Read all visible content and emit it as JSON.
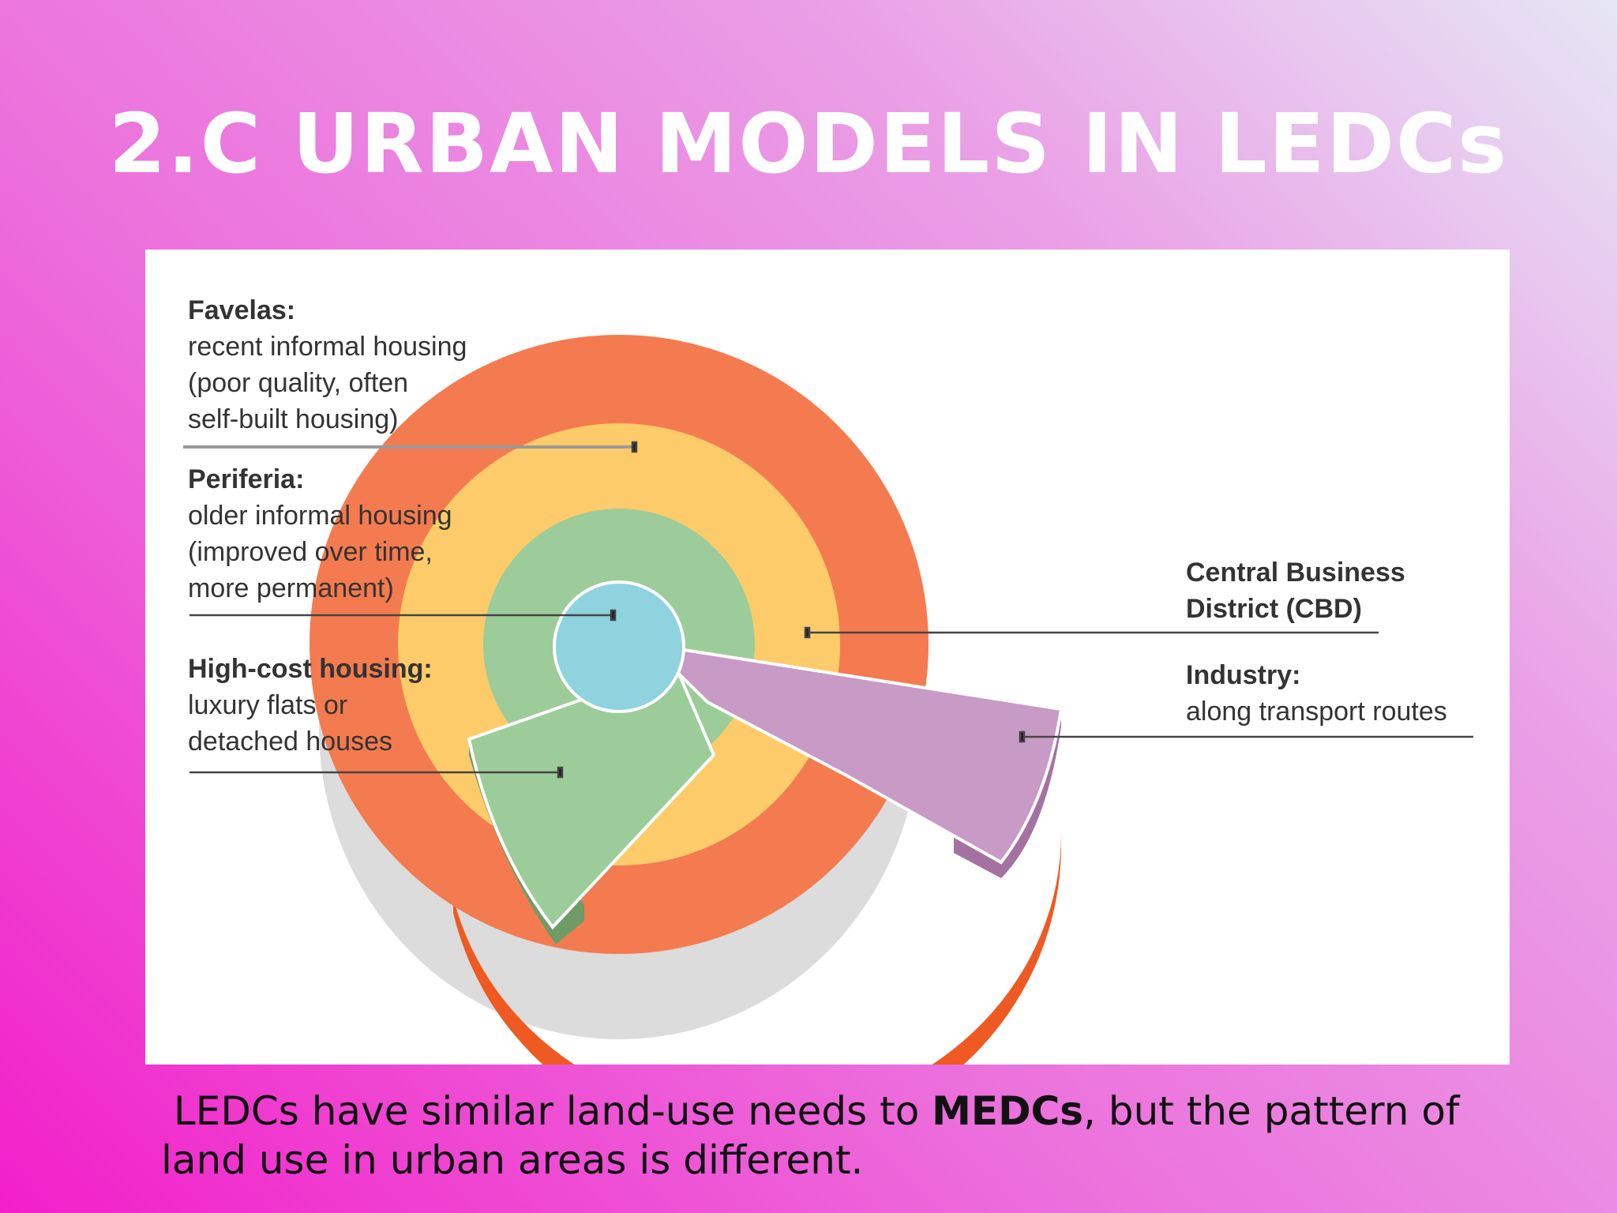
{
  "slide": {
    "title": "2.C URBAN MODELS IN LEDCs"
  },
  "diagram": {
    "zones": [
      {
        "id": "favelas",
        "name": "Favelas:",
        "description": "recent informal housing\n(poor quality, often\nself-built housing)",
        "color": "#f47b4f"
      },
      {
        "id": "periferia",
        "name": "Periferia:",
        "description": "older informal housing\n(improved over time,\nmore permanent)",
        "color": "#fdcb69"
      },
      {
        "id": "high-cost",
        "name": "High-cost housing:",
        "description": "luxury flats or\ndetached houses",
        "color": "#9ccc9a"
      },
      {
        "id": "cbd",
        "name": "Central Business\nDistrict (CBD)",
        "description": "",
        "color": "#8ed3dd"
      },
      {
        "id": "industry",
        "name": "Industry:",
        "description": "along transport routes",
        "color": "#c89ac6"
      }
    ]
  },
  "caption": {
    "lead": " LEDCs have similar land-use needs to ",
    "bold": "MEDCs",
    "tail": ", but the pattern of land use in urban areas is different."
  }
}
